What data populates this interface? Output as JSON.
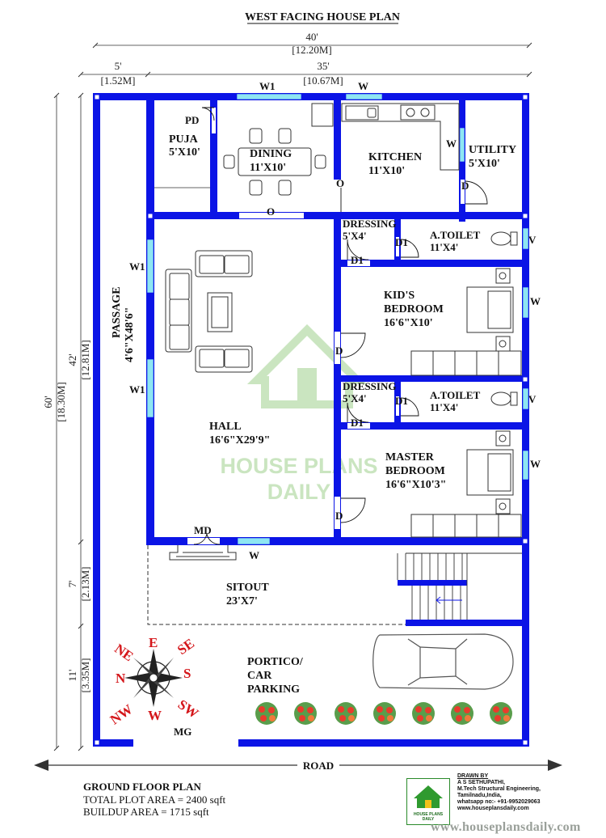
{
  "title": "WEST FACING HOUSE PLAN",
  "dimensions": {
    "overall_width": "40'",
    "overall_width_m": "[12.20M]",
    "passage_width": "5'",
    "passage_width_m": "[1.52M]",
    "house_width": "35'",
    "house_width_m": "[10.67M]",
    "overall_depth": "60'",
    "overall_depth_m": "[18.30M]",
    "house_depth": "42'",
    "house_depth_m": "[12.81M]",
    "sitout_depth": "7'",
    "sitout_depth_m": "[2.13M]",
    "portico_depth": "11'",
    "portico_depth_m": "[3.35M]"
  },
  "rooms": {
    "puja": {
      "name": "PUJA",
      "size": "5'X10'"
    },
    "dining": {
      "name": "DINING",
      "size": "11'X10'"
    },
    "kitchen": {
      "name": "KITCHEN",
      "size": "11'X10'"
    },
    "utility": {
      "name": "UTILITY",
      "size": "5'X10'"
    },
    "passage": {
      "name": "PASSAGE",
      "size": "4'6\"X48'6\""
    },
    "dressing_1": {
      "name": "DRESSING",
      "size": "5'X4'"
    },
    "toilet_1": {
      "name": "A.TOILET",
      "size": "11'X4'"
    },
    "kids_bedroom": {
      "name_line1": "KID'S",
      "name_line2": "BEDROOM",
      "size": "16'6\"X10'"
    },
    "hall": {
      "name": "HALL",
      "size": "16'6\"X29'9\""
    },
    "dressing_2": {
      "name": "DRESSING",
      "size": "5'X4'"
    },
    "toilet_2": {
      "name": "A.TOILET",
      "size": "11'X4'"
    },
    "master_bedroom": {
      "name_line1": "MASTER",
      "name_line2": "BEDROOM",
      "size": "16'6\"X10'3\""
    },
    "sitout": {
      "name": "SITOUT",
      "size": "23'X7'"
    },
    "portico": {
      "name_line1": "PORTICO/",
      "name_line2": "CAR",
      "name_line3": "PARKING"
    }
  },
  "openings": {
    "w1_top": "W1",
    "w_top_kitchen": "W",
    "pd": "PD",
    "w_utility": "W",
    "d_utility": "D",
    "o_kitchen": "O",
    "o_dining": "O",
    "w1_hall_upper": "W1",
    "w1_hall_lower": "W1",
    "d1_dress1_a": "D1",
    "d1_dress1_b": "D1",
    "v_toilet1": "V",
    "w_kids": "W",
    "d_kids": "D",
    "d1_dress2_a": "D1",
    "d1_dress2_b": "D1",
    "v_toilet2": "V",
    "w_master": "W",
    "d_master": "D",
    "md": "MD",
    "w_sitout": "W",
    "mg": "MG"
  },
  "compass": {
    "n": "N",
    "e": "E",
    "s": "S",
    "w": "W",
    "ne": "NE",
    "se": "SE",
    "sw": "SW",
    "nw": "NW"
  },
  "road": "ROAD",
  "watermark": {
    "line1": "HOUSE PLANS",
    "line2": "DAILY"
  },
  "footer": {
    "heading": "GROUND FLOOR PLAN",
    "plot_area": "TOTAL PLOT AREA = 2400 sqft",
    "buildup_area": "BUILDUP AREA = 1715 sqft"
  },
  "credits": {
    "heading": "DRAWN BY",
    "name": "A S SETHUPATHI,",
    "qualification": "M.Tech Structural Engineering,",
    "location": "Tamilnadu,India,",
    "whatsapp": "whatsapp no:- +91-9952029063",
    "site": "www.houseplansdaily.com"
  },
  "logo_text": {
    "line1": "HOUSE PLANS",
    "line2": "DAILY"
  },
  "website": "www.houseplansdaily.com",
  "colors": {
    "wall": "#0b14e6",
    "window": "#8ee6f2",
    "watermark": "#b9dcb0",
    "compass": "#d4161a",
    "plant": "#e83c2c",
    "leaf": "#3c8c2c"
  }
}
